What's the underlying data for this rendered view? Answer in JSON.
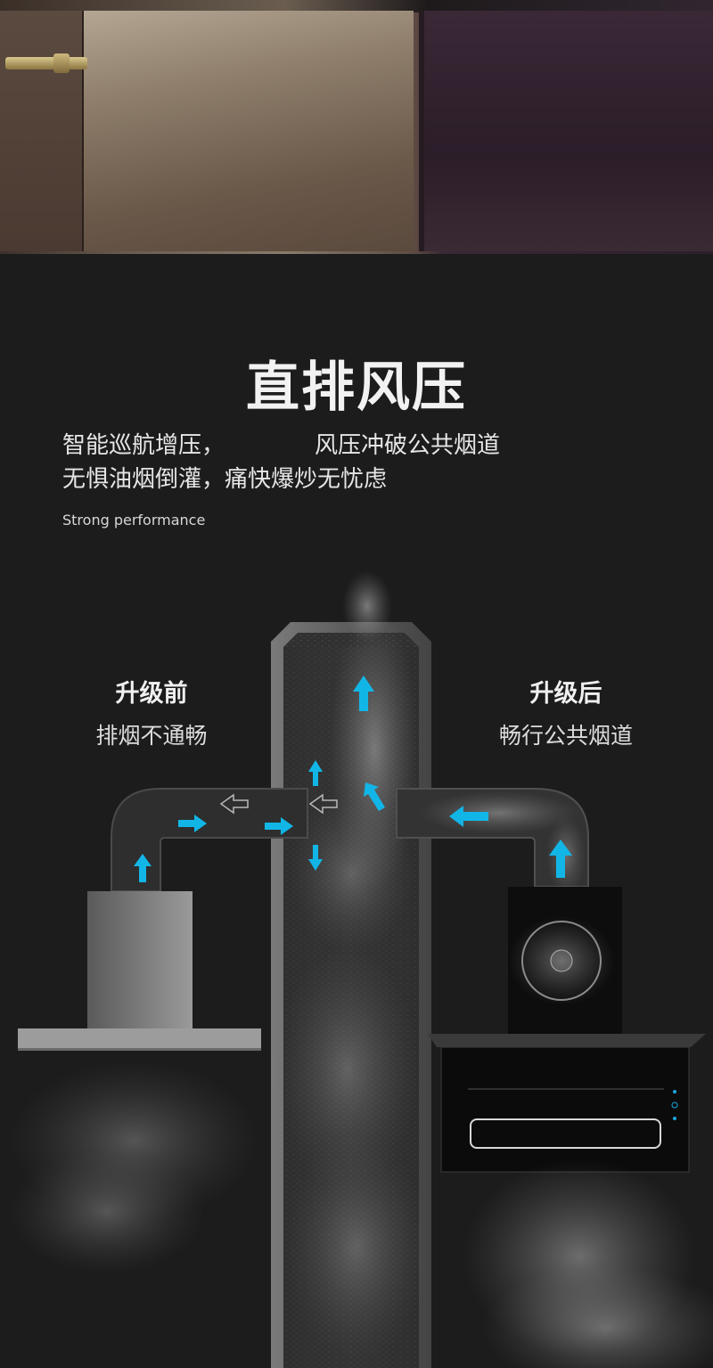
{
  "title": "直排风压",
  "description": {
    "line1_left": "智能巡航增压，",
    "line1_right": "风压冲破公共烟道",
    "line2": "无惧油烟倒灌，痛快爆炒无忧虑"
  },
  "subtitle_en": "Strong performance",
  "before": {
    "heading": "升级前",
    "caption": "排烟不通畅"
  },
  "after": {
    "heading": "升级后",
    "caption": "畅行公共烟道"
  },
  "colors": {
    "background": "#1c1c1d",
    "arrow": "#12b6e6",
    "text": "#f2f2f2"
  }
}
